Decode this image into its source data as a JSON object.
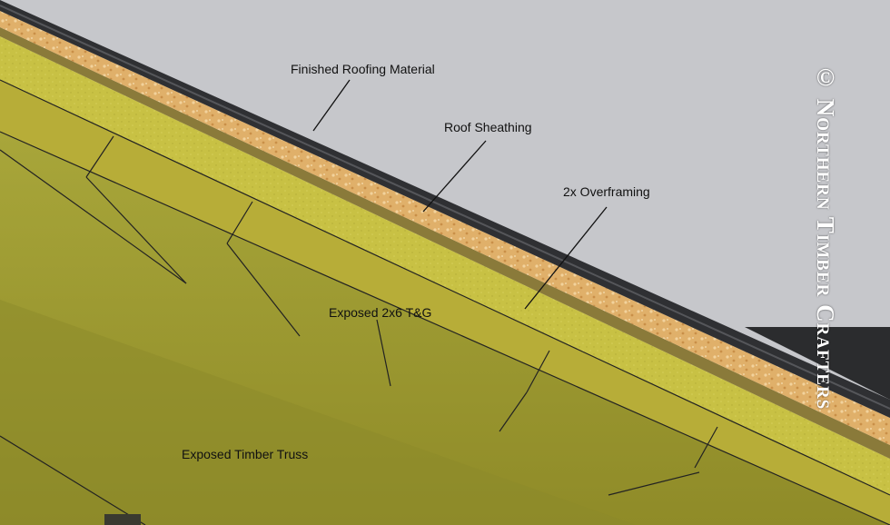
{
  "labels": {
    "finished_roofing": "Finished Roofing Material",
    "roof_sheathing": "Roof Sheathing",
    "overframing": "2x Overframing",
    "exposed_tg": "Exposed 2x6 T&G",
    "exposed_truss": "Exposed Timber Truss"
  },
  "watermark": "© Northern Timber Crafters",
  "colors": {
    "sky": "#c6c7cb",
    "roofing": "#2f3033",
    "sheathing": "#e2b46c",
    "board_edge": "#8a7a3a",
    "overframing": "#c9c246",
    "tg": "#bfb53d",
    "truss": "#9c9a2e"
  }
}
